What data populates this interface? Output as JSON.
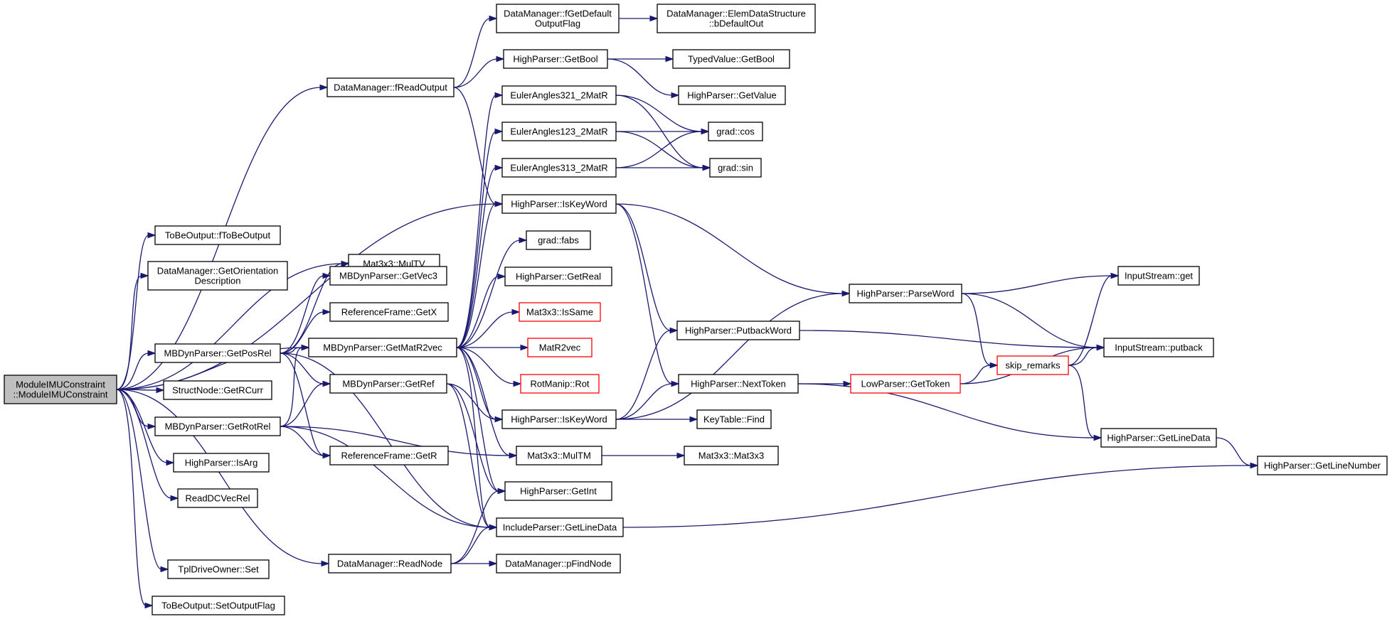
{
  "graph": {
    "edge_color": "#191970",
    "root_fill": "#bfbfbf",
    "truncated_border_color": "#ff0000",
    "nodes": [
      {
        "id": "root",
        "lines": [
          "ModuleIMUConstraint",
          "::ModuleIMUConstraint"
        ],
        "style": "root"
      },
      {
        "id": "dm_freadoutput",
        "lines": [
          "DataManager::fReadOutput"
        ]
      },
      {
        "id": "dm_fgetdefault",
        "lines": [
          "DataManager::fGetDefault",
          "OutputFlag"
        ]
      },
      {
        "id": "dm_elemdata",
        "lines": [
          "DataManager::ElemDataStructure",
          "::bDefaultOut"
        ]
      },
      {
        "id": "hp_getbool",
        "lines": [
          "HighParser::GetBool"
        ]
      },
      {
        "id": "tv_getbool",
        "lines": [
          "TypedValue::GetBool"
        ]
      },
      {
        "id": "hp_getvalue",
        "lines": [
          "HighParser::GetValue"
        ]
      },
      {
        "id": "ea321",
        "lines": [
          "EulerAngles321_2MatR"
        ]
      },
      {
        "id": "ea123",
        "lines": [
          "EulerAngles123_2MatR"
        ]
      },
      {
        "id": "ea313",
        "lines": [
          "EulerAngles313_2MatR"
        ]
      },
      {
        "id": "grad_cos",
        "lines": [
          "grad::cos"
        ]
      },
      {
        "id": "grad_sin",
        "lines": [
          "grad::sin"
        ]
      },
      {
        "id": "hp_iskeyword1",
        "lines": [
          "HighParser::IsKeyWord"
        ]
      },
      {
        "id": "tbo_ftobeoutput",
        "lines": [
          "ToBeOutput::fToBeOutput"
        ]
      },
      {
        "id": "mat_multv",
        "lines": [
          "Mat3x3::MulTV"
        ]
      },
      {
        "id": "grad_fabs",
        "lines": [
          "grad::fabs"
        ]
      },
      {
        "id": "dm_getorient",
        "lines": [
          "DataManager::GetOrientation",
          "Description"
        ]
      },
      {
        "id": "mb_getvec3",
        "lines": [
          "MBDynParser::GetVec3"
        ]
      },
      {
        "id": "hp_getreal",
        "lines": [
          "HighParser::GetReal"
        ]
      },
      {
        "id": "hp_parseword",
        "lines": [
          "HighParser::ParseWord"
        ]
      },
      {
        "id": "is_get",
        "lines": [
          "InputStream::get"
        ]
      },
      {
        "id": "rf_getx",
        "lines": [
          "ReferenceFrame::GetX"
        ]
      },
      {
        "id": "mat_issame",
        "lines": [
          "Mat3x3::IsSame"
        ],
        "style": "trunc"
      },
      {
        "id": "hp_putbackword",
        "lines": [
          "HighParser::PutbackWord"
        ]
      },
      {
        "id": "is_putback",
        "lines": [
          "InputStream::putback"
        ]
      },
      {
        "id": "mb_getposrel",
        "lines": [
          "MBDynParser::GetPosRel"
        ]
      },
      {
        "id": "mb_getmatr2vec",
        "lines": [
          "MBDynParser::GetMatR2vec"
        ]
      },
      {
        "id": "matr2vec",
        "lines": [
          "MatR2vec"
        ],
        "style": "trunc"
      },
      {
        "id": "skip_remarks",
        "lines": [
          "skip_remarks"
        ],
        "style": "trunc"
      },
      {
        "id": "rotmanip_rot",
        "lines": [
          "RotManip::Rot"
        ],
        "style": "trunc"
      },
      {
        "id": "mb_getref",
        "lines": [
          "MBDynParser::GetRef"
        ]
      },
      {
        "id": "hp_nexttoken",
        "lines": [
          "HighParser::NextToken"
        ]
      },
      {
        "id": "lp_gettoken",
        "lines": [
          "LowParser::GetToken"
        ],
        "style": "trunc"
      },
      {
        "id": "sn_getrcurr",
        "lines": [
          "StructNode::GetRCurr"
        ]
      },
      {
        "id": "hp_iskeyword2",
        "lines": [
          "HighParser::IsKeyWord"
        ]
      },
      {
        "id": "kt_find",
        "lines": [
          "KeyTable::Find"
        ]
      },
      {
        "id": "mb_getrotrel",
        "lines": [
          "MBDynParser::GetRotRel"
        ]
      },
      {
        "id": "hp_getlinedata",
        "lines": [
          "HighParser::GetLineData"
        ]
      },
      {
        "id": "rf_getr",
        "lines": [
          "ReferenceFrame::GetR"
        ]
      },
      {
        "id": "mat_multm",
        "lines": [
          "Mat3x3::MulTM"
        ]
      },
      {
        "id": "mat_mat3x3",
        "lines": [
          "Mat3x3::Mat3x3"
        ]
      },
      {
        "id": "hp_isarg",
        "lines": [
          "HighParser::IsArg"
        ]
      },
      {
        "id": "hp_getlinenumber",
        "lines": [
          "HighParser::GetLineNumber"
        ]
      },
      {
        "id": "hp_getint",
        "lines": [
          "HighParser::GetInt"
        ]
      },
      {
        "id": "readdcvecrel",
        "lines": [
          "ReadDCVecRel"
        ]
      },
      {
        "id": "ip_getlinedata",
        "lines": [
          "IncludeParser::GetLineData"
        ]
      },
      {
        "id": "tdo_set",
        "lines": [
          "TplDriveOwner::Set"
        ]
      },
      {
        "id": "dm_readnode",
        "lines": [
          "DataManager::ReadNode"
        ]
      },
      {
        "id": "dm_pfindnode",
        "lines": [
          "DataManager::pFindNode"
        ]
      },
      {
        "id": "tbo_setoutputflag",
        "lines": [
          "ToBeOutput::SetOutputFlag"
        ]
      }
    ],
    "edges": [
      [
        "root",
        "dm_freadoutput"
      ],
      [
        "root",
        "hp_iskeyword1"
      ],
      [
        "root",
        "tbo_ftobeoutput"
      ],
      [
        "root",
        "mat_multv"
      ],
      [
        "root",
        "dm_getorient"
      ],
      [
        "root",
        "mb_getposrel"
      ],
      [
        "root",
        "mb_getmatr2vec"
      ],
      [
        "root",
        "sn_getrcurr"
      ],
      [
        "root",
        "mb_getrotrel"
      ],
      [
        "root",
        "hp_isarg"
      ],
      [
        "root",
        "readdcvecrel"
      ],
      [
        "root",
        "tdo_set"
      ],
      [
        "root",
        "dm_readnode"
      ],
      [
        "root",
        "tbo_setoutputflag"
      ],
      [
        "dm_freadoutput",
        "dm_fgetdefault"
      ],
      [
        "dm_freadoutput",
        "hp_getbool"
      ],
      [
        "dm_freadoutput",
        "hp_iskeyword1"
      ],
      [
        "dm_fgetdefault",
        "dm_elemdata"
      ],
      [
        "hp_getbool",
        "tv_getbool"
      ],
      [
        "hp_getbool",
        "hp_getvalue"
      ],
      [
        "ea321",
        "grad_cos"
      ],
      [
        "ea321",
        "grad_sin"
      ],
      [
        "ea123",
        "grad_cos"
      ],
      [
        "ea123",
        "grad_sin"
      ],
      [
        "ea313",
        "grad_cos"
      ],
      [
        "ea313",
        "grad_sin"
      ],
      [
        "hp_iskeyword1",
        "hp_parseword"
      ],
      [
        "hp_iskeyword1",
        "hp_putbackword"
      ],
      [
        "hp_iskeyword1",
        "hp_nexttoken"
      ],
      [
        "hp_parseword",
        "is_get"
      ],
      [
        "hp_parseword",
        "is_putback"
      ],
      [
        "hp_parseword",
        "skip_remarks"
      ],
      [
        "hp_putbackword",
        "is_putback"
      ],
      [
        "skip_remarks",
        "is_get"
      ],
      [
        "skip_remarks",
        "is_putback"
      ],
      [
        "skip_remarks",
        "hp_getlinedata"
      ],
      [
        "hp_nexttoken",
        "lp_gettoken"
      ],
      [
        "hp_nexttoken",
        "hp_getlinedata"
      ],
      [
        "lp_gettoken",
        "skip_remarks"
      ],
      [
        "lp_gettoken",
        "is_putback"
      ],
      [
        "hp_getlinedata",
        "hp_getlinenumber"
      ],
      [
        "mb_getposrel",
        "mat_multv"
      ],
      [
        "mb_getposrel",
        "mb_getvec3"
      ],
      [
        "mb_getposrel",
        "rf_getx"
      ],
      [
        "mb_getposrel",
        "mb_getmatr2vec"
      ],
      [
        "mb_getposrel",
        "mb_getref"
      ],
      [
        "mb_getposrel",
        "rf_getr"
      ],
      [
        "mb_getposrel",
        "ip_getlinedata"
      ],
      [
        "mb_getmatr2vec",
        "ea321"
      ],
      [
        "mb_getmatr2vec",
        "ea123"
      ],
      [
        "mb_getmatr2vec",
        "ea313"
      ],
      [
        "mb_getmatr2vec",
        "hp_iskeyword1"
      ],
      [
        "mb_getmatr2vec",
        "grad_fabs"
      ],
      [
        "mb_getmatr2vec",
        "hp_getreal"
      ],
      [
        "mb_getmatr2vec",
        "mat_issame"
      ],
      [
        "mb_getmatr2vec",
        "matr2vec"
      ],
      [
        "mb_getmatr2vec",
        "rotmanip_rot"
      ],
      [
        "mb_getmatr2vec",
        "hp_iskeyword2"
      ],
      [
        "mb_getmatr2vec",
        "mat_multm"
      ],
      [
        "mb_getmatr2vec",
        "hp_getint"
      ],
      [
        "mb_getmatr2vec",
        "ip_getlinedata"
      ],
      [
        "mb_getref",
        "hp_iskeyword2"
      ],
      [
        "mb_getref",
        "hp_getint"
      ],
      [
        "mb_getref",
        "ip_getlinedata"
      ],
      [
        "hp_iskeyword2",
        "hp_parseword"
      ],
      [
        "hp_iskeyword2",
        "hp_putbackword"
      ],
      [
        "hp_iskeyword2",
        "hp_nexttoken"
      ],
      [
        "hp_iskeyword2",
        "kt_find"
      ],
      [
        "mb_getrotrel",
        "mb_getmatr2vec"
      ],
      [
        "mb_getrotrel",
        "mb_getref"
      ],
      [
        "mb_getrotrel",
        "rf_getr"
      ],
      [
        "mb_getrotrel",
        "mat_multm"
      ],
      [
        "mb_getrotrel",
        "ip_getlinedata"
      ],
      [
        "mat_multm",
        "mat_mat3x3"
      ],
      [
        "ip_getlinedata",
        "hp_getlinenumber"
      ],
      [
        "dm_readnode",
        "hp_getint"
      ],
      [
        "dm_readnode",
        "ip_getlinedata"
      ],
      [
        "dm_readnode",
        "dm_pfindnode"
      ]
    ]
  }
}
